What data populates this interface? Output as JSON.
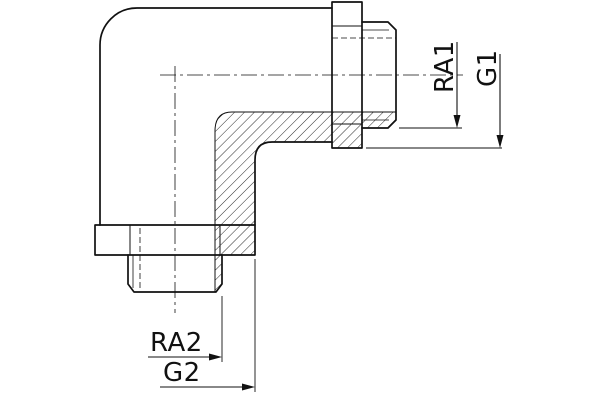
{
  "drawing": {
    "type": "technical-drawing",
    "subject": "90-degree elbow tube fitting, half-section view",
    "callouts": {
      "ra1": "RA1",
      "g1": "G1",
      "ra2": "RA2",
      "g2": "G2"
    },
    "colors": {
      "line": "#111111",
      "background": "#ffffff"
    }
  }
}
